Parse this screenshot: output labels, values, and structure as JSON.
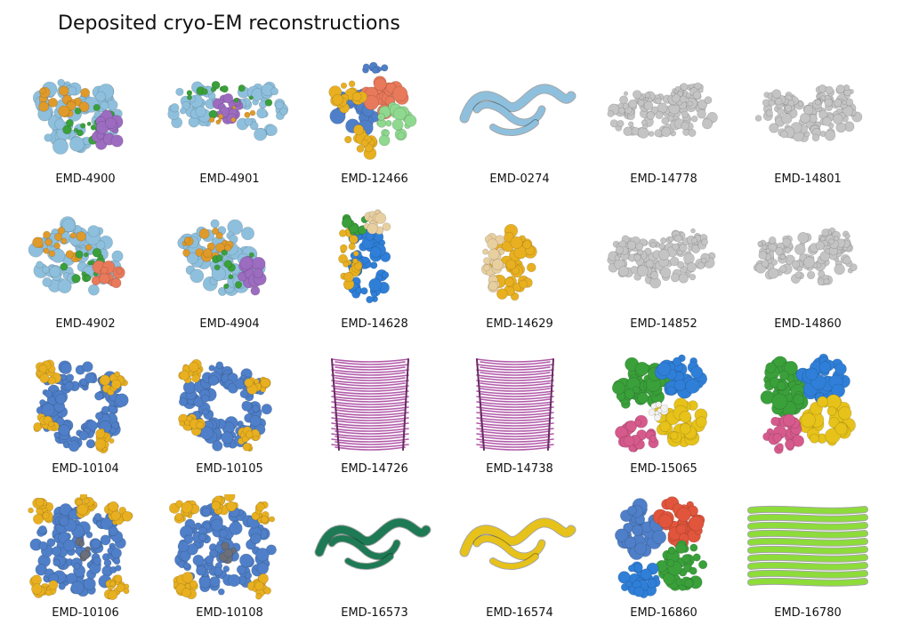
{
  "title": "Deposited cryo-EM reconstructions",
  "colors": {
    "lightblue": "#8ec0dd",
    "steelblue": "#4f7fc8",
    "blue": "#2f7fd8",
    "orange": "#e09a2a",
    "gold": "#e8b020",
    "yellow": "#e6c21a",
    "green": "#3aa03a",
    "lightgreen": "#8fd88f",
    "purple": "#9c6cc0",
    "salmon": "#e8795a",
    "grey": "#c4c4c4",
    "magenta": "#b05aa8",
    "pink": "#d65a8c",
    "darkgreen": "#1e7a55",
    "lime": "#8ddc3a",
    "red": "#e0553c",
    "tan": "#e8cfa0",
    "white": "#f2f2f2"
  },
  "entries": [
    {
      "id": "EMD-4900",
      "shape": "complex",
      "colors": [
        "lightblue",
        "orange",
        "green",
        "purple"
      ]
    },
    {
      "id": "EMD-4901",
      "shape": "bowtie",
      "colors": [
        "lightblue",
        "green",
        "purple",
        "orange"
      ]
    },
    {
      "id": "EMD-12466",
      "shape": "cluster",
      "colors": [
        "steelblue",
        "salmon",
        "gold",
        "lightgreen"
      ]
    },
    {
      "id": "EMD-0274",
      "shape": "fibril",
      "colors": [
        "lightblue"
      ]
    },
    {
      "id": "EMD-14778",
      "shape": "cloud",
      "colors": [
        "grey"
      ]
    },
    {
      "id": "EMD-14801",
      "shape": "cloud",
      "colors": [
        "grey"
      ]
    },
    {
      "id": "EMD-4902",
      "shape": "complex",
      "colors": [
        "lightblue",
        "orange",
        "green",
        "salmon"
      ]
    },
    {
      "id": "EMD-4904",
      "shape": "complex",
      "colors": [
        "lightblue",
        "orange",
        "green",
        "purple"
      ]
    },
    {
      "id": "EMD-14628",
      "shape": "tall",
      "colors": [
        "blue",
        "gold",
        "green",
        "tan"
      ]
    },
    {
      "id": "EMD-14629",
      "shape": "tall",
      "colors": [
        "gold",
        "tan"
      ]
    },
    {
      "id": "EMD-14852",
      "shape": "cloud",
      "colors": [
        "grey"
      ]
    },
    {
      "id": "EMD-14860",
      "shape": "cloud",
      "colors": [
        "grey"
      ]
    },
    {
      "id": "EMD-10104",
      "shape": "ring",
      "colors": [
        "steelblue",
        "gold"
      ]
    },
    {
      "id": "EMD-10105",
      "shape": "ring",
      "colors": [
        "steelblue",
        "gold"
      ]
    },
    {
      "id": "EMD-14726",
      "shape": "helix",
      "colors": [
        "magenta"
      ]
    },
    {
      "id": "EMD-14738",
      "shape": "helix",
      "colors": [
        "magenta"
      ]
    },
    {
      "id": "EMD-15065",
      "shape": "quad",
      "colors": [
        "green",
        "blue",
        "yellow",
        "pink",
        "white"
      ]
    },
    {
      "id": "",
      "shape": "quad",
      "colors": [
        "green",
        "blue",
        "yellow",
        "pink"
      ]
    },
    {
      "id": "EMD-10106",
      "shape": "block",
      "colors": [
        "steelblue",
        "gold"
      ]
    },
    {
      "id": "EMD-10108",
      "shape": "block",
      "colors": [
        "steelblue",
        "gold"
      ]
    },
    {
      "id": "EMD-16573",
      "shape": "fibril",
      "colors": [
        "darkgreen"
      ]
    },
    {
      "id": "EMD-16574",
      "shape": "fibril",
      "colors": [
        "yellow"
      ]
    },
    {
      "id": "EMD-16860",
      "shape": "quad",
      "colors": [
        "steelblue",
        "red",
        "green",
        "blue"
      ]
    },
    {
      "id": "EMD-16780",
      "shape": "stack",
      "colors": [
        "lime"
      ]
    }
  ]
}
